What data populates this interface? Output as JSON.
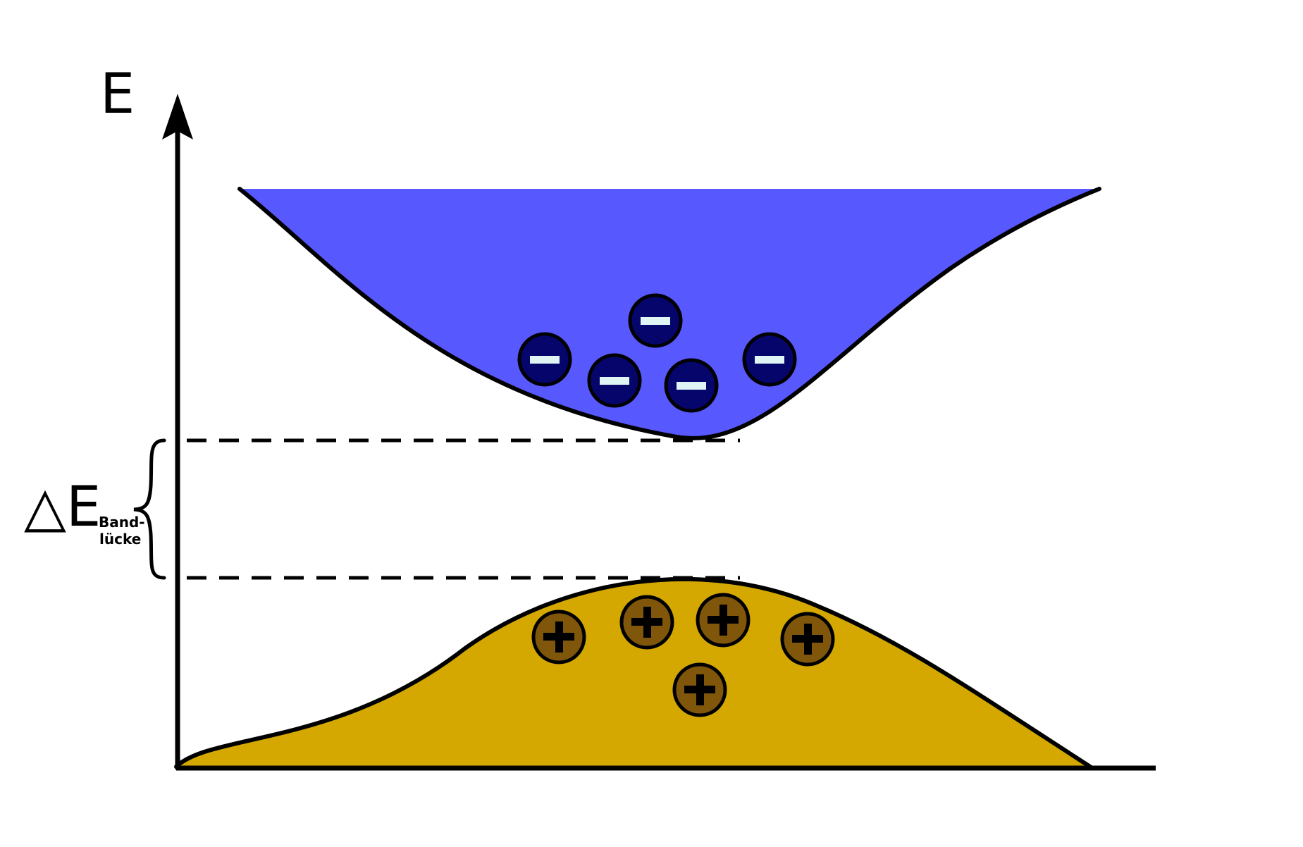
{
  "axis": {
    "energy_label": "E"
  },
  "band_gap": {
    "delta": "△",
    "energy": "E",
    "subscript_line1": "Band-",
    "subscript_line2": "lücke"
  },
  "charges": {
    "electrons": [
      {
        "symbol": "minus"
      },
      {
        "symbol": "minus"
      },
      {
        "symbol": "minus"
      },
      {
        "symbol": "minus"
      },
      {
        "symbol": "minus"
      }
    ],
    "holes": [
      {
        "symbol": "plus"
      },
      {
        "symbol": "plus"
      },
      {
        "symbol": "plus"
      },
      {
        "symbol": "plus"
      },
      {
        "symbol": "plus"
      }
    ]
  },
  "colors": {
    "conduction_band": "#5858ff",
    "valence_band": "#d4a800",
    "electron_fill": "#05056b",
    "electron_sign": "#dff4f4",
    "hole_fill": "#80560b",
    "hole_sign": "#000000",
    "outline": "#000000"
  }
}
